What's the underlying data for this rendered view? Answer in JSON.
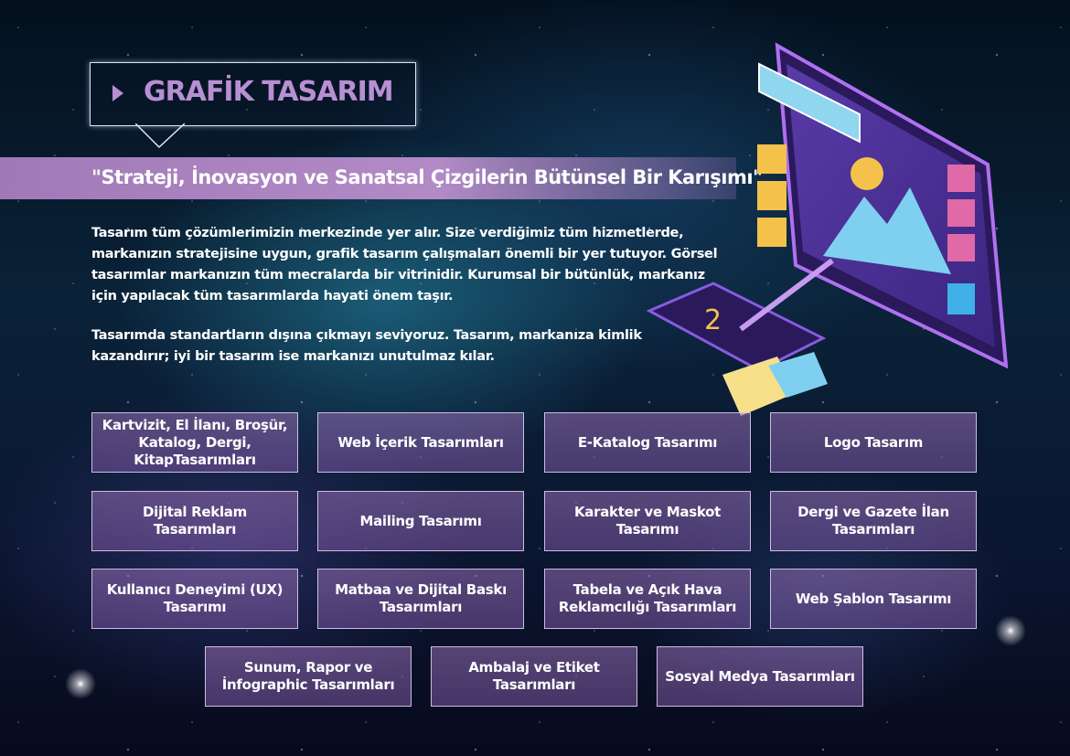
{
  "header": {
    "title": "GRAFİK TASARIM",
    "tagline": "\"Strateji, İnovasyon ve Sanatsal Çizgilerin Bütünsel Bir Karışımı\""
  },
  "intro": {
    "paragraph1": "Tasarım tüm çözümlerimizin merkezinde yer alır. Size verdiğimiz tüm hizmetlerde, markanızın stratejisine uygun, grafik tasarım çalışmaları önemli bir yer tutuyor. Görsel tasarımlar markanızın tüm mecralarda bir vitrinidir. Kurumsal bir bütünlük, markanız için yapılacak tüm tasarımlarda hayati önem taşır.",
    "paragraph2": "Tasarımda standartların dışına çıkmayı seviyoruz. Tasarım, markanıza kimlik kazandırır; iyi bir tasarım ise markanızı unutulmaz kılar."
  },
  "services": [
    "Kartvizit, El İlanı, Broşür, Katalog, Dergi, KitapTasarımları",
    "Web İçerik Tasarımları",
    "E-Katalog Tasarımı",
    "Logo Tasarım",
    "Dijital Reklam Tasarımları",
    "Mailing Tasarımı",
    "Karakter ve Maskot Tasarımı",
    "Dergi ve Gazete İlan Tasarımları",
    "Kullanıcı Deneyimi (UX) Tasarımı",
    "Matbaa ve Dijital Baskı Tasarımları",
    "Tabela ve Açık Hava Reklamcılığı Tasarımları",
    "Web Şablon Tasarımı",
    "Sunum, Rapor ve İnfographic Tasarımları",
    "Ambalaj ve Etiket Tasarımları",
    "Sosyal Medya Tasarımları"
  ],
  "colors": {
    "accent": "#b88fd2",
    "band": "#a883c0"
  }
}
